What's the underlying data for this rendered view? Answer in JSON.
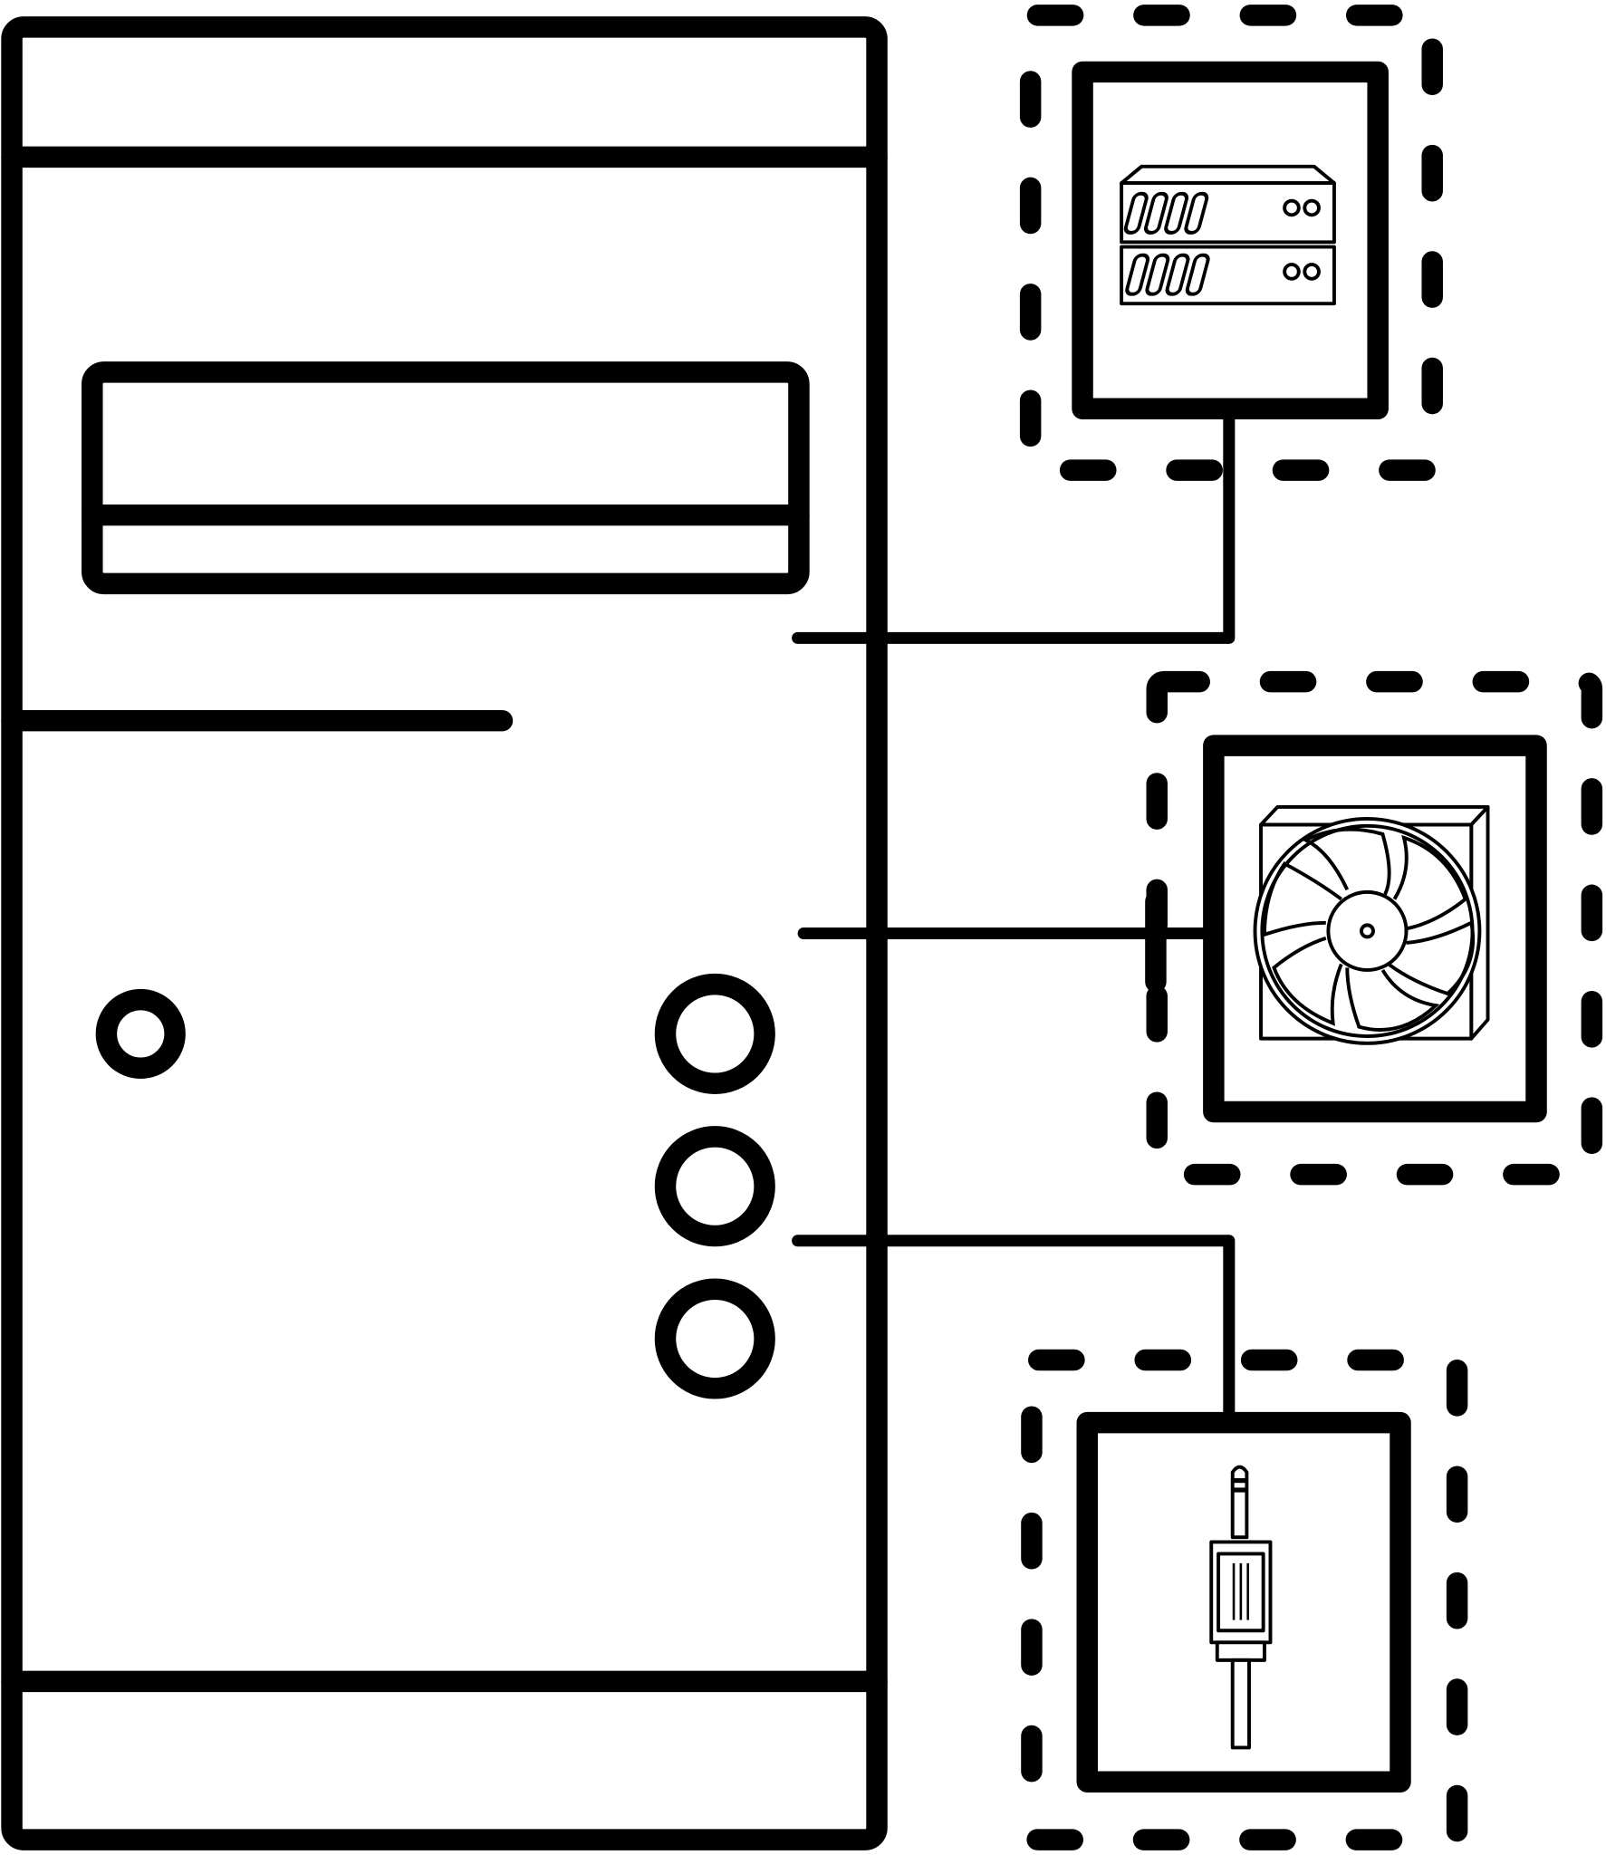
{
  "diagram": {
    "stroke_color": "#000000",
    "background": "#ffffff",
    "main_unit": {
      "icon": "computer-tower-icon"
    },
    "components": [
      {
        "icon": "server-rack-icon",
        "border": "dashed"
      },
      {
        "icon": "cooling-fan-icon",
        "border": "dashed"
      },
      {
        "icon": "audio-jack-icon",
        "border": "dashed"
      }
    ]
  }
}
